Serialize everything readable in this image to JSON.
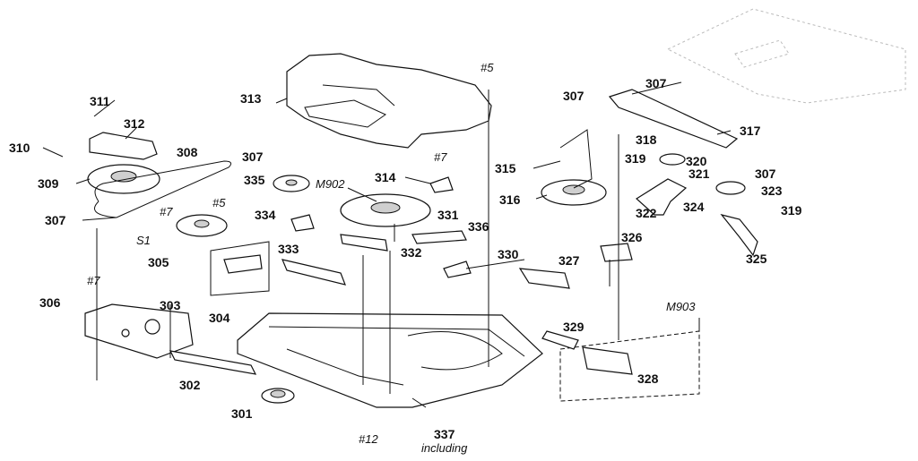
{
  "labels": {
    "p301": "301",
    "p302": "302",
    "p303": "303",
    "p304": "304",
    "p305": "305",
    "p306": "306",
    "p307_left": "307",
    "p307_mid": "307",
    "p307_top": "307",
    "p307_topright": "307",
    "p307_right": "307",
    "p308": "308",
    "p309": "309",
    "p310": "310",
    "p311": "311",
    "p312": "312",
    "p313": "313",
    "p314": "314",
    "p315": "315",
    "p316": "316",
    "p317": "317",
    "p318": "318",
    "p319_a": "319",
    "p319_b": "319",
    "p320": "320",
    "p321": "321",
    "p322": "322",
    "p323": "323",
    "p324": "324",
    "p325": "325",
    "p326": "326",
    "p327": "327",
    "p328": "328",
    "p329": "329",
    "p330": "330",
    "p331": "331",
    "p332": "332",
    "p333": "333",
    "p334": "334",
    "p335": "335",
    "p336": "336",
    "p337": "337",
    "m902": "M902",
    "m903": "M903",
    "s1": "S1",
    "screw5_top": "#5",
    "screw5_left": "#5",
    "screw7_a": "#7",
    "screw7_b": "#7",
    "screw7_c": "#7",
    "screw12": "#12",
    "footnote": "including"
  }
}
